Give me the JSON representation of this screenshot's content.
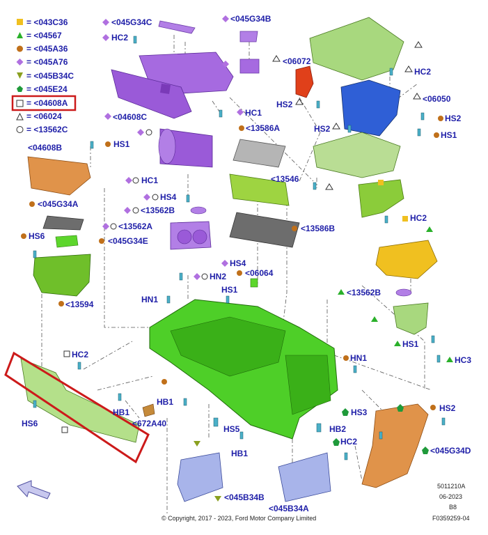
{
  "legend": [
    {
      "symbol": "square-yellow",
      "text": "= <043C36"
    },
    {
      "symbol": "triangle-green",
      "text": "= <04567"
    },
    {
      "symbol": "circle-brown",
      "text": "= <045A36"
    },
    {
      "symbol": "diamond-purple",
      "text": "= <045A76"
    },
    {
      "symbol": "triangle-down-olive",
      "text": "= <045B34C"
    },
    {
      "symbol": "pentagon-green",
      "text": "= <045E24"
    },
    {
      "symbol": "square-open",
      "text": "= <04608A"
    },
    {
      "symbol": "triangle-open",
      "text": "= <06024"
    },
    {
      "symbol": "circle-open",
      "text": "= <13562C"
    }
  ],
  "labels": {
    "p045G34C": "<045G34C",
    "p045G34B": "<045G34B",
    "hc2_top": "HC2",
    "p06072": "<06072",
    "hc2_right": "HC2",
    "hs2_a": "HS2",
    "p06050": "<06050",
    "hs2_b": "HS2",
    "hs2_c": "HS2",
    "hs1_a": "HS1",
    "hc1_a": "HC1",
    "p04608C": "<04608C",
    "p13586A": "<13586A",
    "p04608B": "<04608B",
    "hs1_b": "HS1",
    "hc1_b": "HC1",
    "p13546": "<13546",
    "hs4_a": "HS4",
    "hc2_mid": "HC2",
    "p045G34A": "<045G34A",
    "p13562B_a": "<13562B",
    "p13586B": "<13586B",
    "hs6_a": "HS6",
    "p045G34E": "<045G34E",
    "p13562A": "<13562A",
    "hs4_b": "HS4",
    "hn2": "HN2",
    "p06064": "<06064",
    "p13562B_b": "<13562B",
    "hs1_c": "HS1",
    "hn1_a": "HN1",
    "p13594": "<13594",
    "hs1_d": "HS1",
    "hc3": "HC3",
    "hc2_left": "HC2",
    "hn1_b": "HN1",
    "hb1_a": "HB1",
    "hb1_b": "HB1",
    "p672A40": "<672A40",
    "hs3": "HS3",
    "hs2_d": "HS2",
    "hs6_b": "HS6",
    "hs5": "HS5",
    "hb2": "HB2",
    "hc2_bottom": "HC2",
    "p045G34D": "<045G34D",
    "hb1_c": "HB1",
    "p045B34B": "<045B34B",
    "p045B34A": "<045B34A"
  },
  "footer": {
    "code": "5011210A",
    "date": "06-2023",
    "rev": "B8",
    "figure": "F0359259-04",
    "copyright": "© Copyright, 2017 - 2023, Ford Motor Company Limited"
  },
  "colors": {
    "label": "#1f1fa8",
    "highlight": "#cc1a1a",
    "green_part": "#44cc22",
    "purple_part": "#9a5ad8",
    "orange_part": "#d9782a"
  }
}
